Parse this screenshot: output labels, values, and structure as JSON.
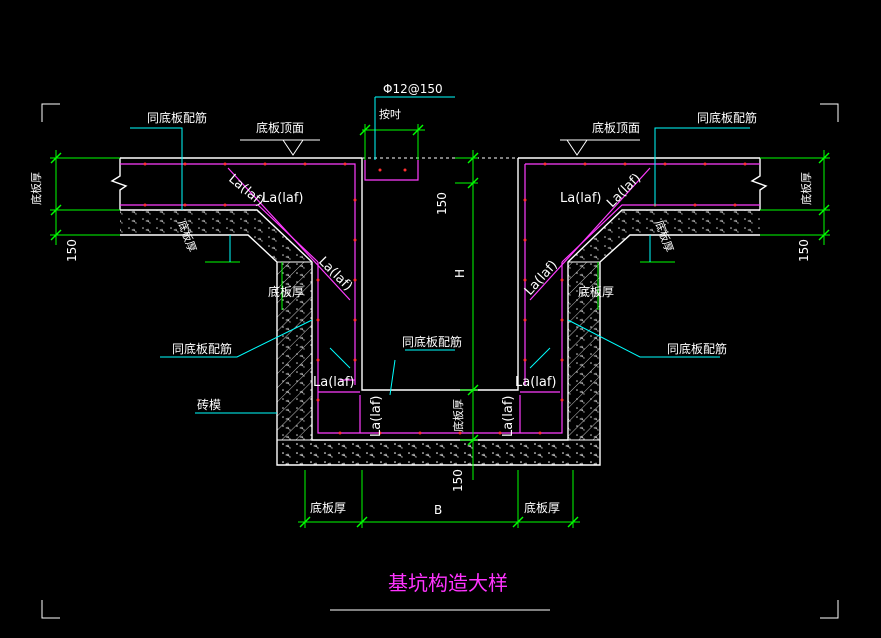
{
  "title": "基坑构造大样",
  "colors": {
    "background": "#000000",
    "concrete": "#ffffff",
    "rebar": "#ff3cff",
    "dimension": "#00ff00",
    "leader": "#00ffff",
    "hatch": "#bfbfbf",
    "title": "#ff33ff"
  },
  "labels": {
    "rebar_spec": "Φ12@150",
    "anchor_hook": "按吋",
    "slab_top_left": "底板顶面",
    "slab_top_right": "底板顶面",
    "same_rebar_top_left": "同底板配筋",
    "same_rebar_top_right": "同底板配筋",
    "same_rebar_mid_left": "同底板配筋",
    "same_rebar_mid_right": "同底板配筋",
    "same_rebar_bottom": "同底板配筋",
    "brick_mold": "砖模",
    "slab_thick_left": "底板厚",
    "slab_thick_right": "底板厚",
    "slab_thick_diag_left": "底板厚",
    "slab_thick_diag_right": "底板厚",
    "slab_thick_wall_left": "底板厚",
    "slab_thick_wall_right": "底板厚",
    "slab_thick_bottom": "底板厚",
    "dim_bottom_left": "底板厚",
    "dim_bottom_right": "底板厚",
    "dim_B": "B",
    "dim_H": "H",
    "dim_150_left": "150",
    "dim_150_right": "150",
    "dim_150_pit": "150",
    "dim_150_bottom": "150",
    "la_1": "La(laf)",
    "la_2": "La(laf)",
    "la_3": "La(laf)",
    "la_4": "La(laf)",
    "la_5": "La(laf)",
    "la_6": "La(laf)",
    "la_7": "La(laf)",
    "la_8": "La(laf)",
    "la_9": "La(laf)",
    "la_10": "La(laf)"
  }
}
